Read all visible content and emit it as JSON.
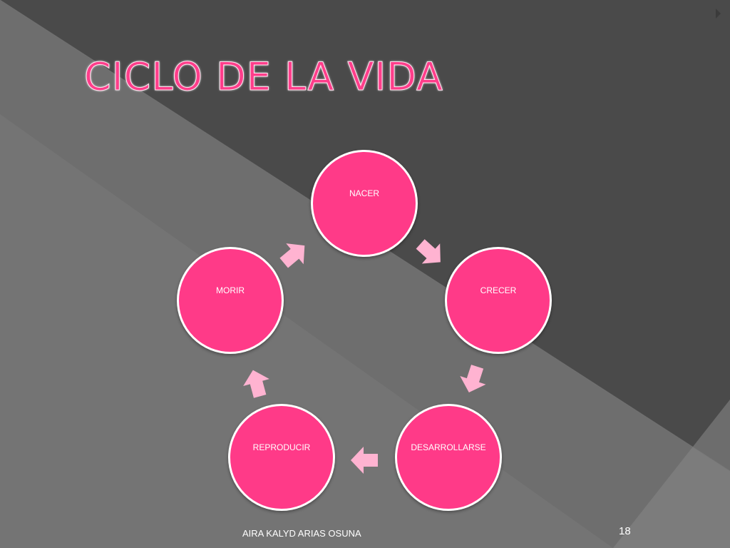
{
  "slide": {
    "title": "CICLO DE LA VIDA",
    "footer": "AIRA KALYD ARIAS OSUNA",
    "page_number": "18"
  },
  "diagram": {
    "type": "cycle",
    "nodes": [
      {
        "label": "NACER"
      },
      {
        "label": "CRECER"
      },
      {
        "label": "DESARROLLARSE"
      },
      {
        "label": "REPRODUCIR"
      },
      {
        "label": "MORIR"
      }
    ],
    "edges": [
      {
        "from": "NACER",
        "to": "CRECER"
      },
      {
        "from": "CRECER",
        "to": "DESARROLLARSE"
      },
      {
        "from": "DESARROLLARSE",
        "to": "REPRODUCIR"
      },
      {
        "from": "REPRODUCIR",
        "to": "MORIR"
      },
      {
        "from": "MORIR",
        "to": "NACER"
      }
    ]
  },
  "colors": {
    "node_fill": "#ff3a88",
    "node_border": "#ffffff",
    "arrow_fill": "#ffb3d1",
    "title_color": "#ff3d8a"
  }
}
